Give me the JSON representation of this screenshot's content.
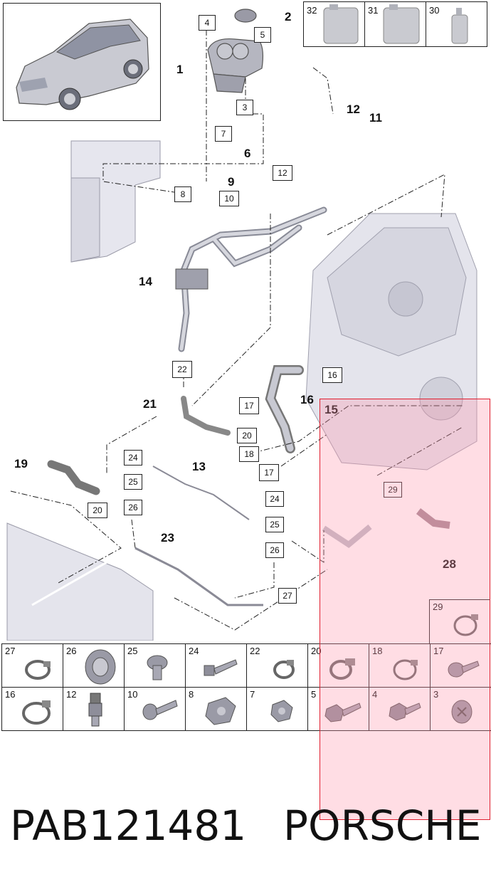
{
  "callouts": {
    "c1": "1",
    "c2": "2",
    "c4": "4",
    "c5": "5",
    "c3": "3",
    "c7": "7",
    "c6": "6",
    "c12a": "12",
    "c11": "11",
    "c12b": "12",
    "c8": "8",
    "c9": "9",
    "c10": "10",
    "c14": "14",
    "c22": "22",
    "c21": "21",
    "c16a": "16",
    "c16b": "16",
    "c15": "15",
    "c17a": "17",
    "c17b": "17",
    "c20a": "20",
    "c18": "18",
    "c19": "19",
    "c20b": "20",
    "c13": "13",
    "c24a": "24",
    "c25a": "25",
    "c26a": "26",
    "c24b": "24",
    "c25b": "25",
    "c26b": "26",
    "c23": "23",
    "c27": "27",
    "c29": "29",
    "c28": "28"
  },
  "kit_items": [
    {
      "label": "32",
      "part": "container-large"
    },
    {
      "label": "31",
      "part": "container-large"
    },
    {
      "label": "30",
      "part": "bottle-small"
    }
  ],
  "parts_row1": [
    {
      "label": "27",
      "part": "hose-clamp"
    },
    {
      "label": "26",
      "part": "grommet"
    },
    {
      "label": "25",
      "part": "rivet-nut"
    },
    {
      "label": "24",
      "part": "bolt"
    },
    {
      "label": "22",
      "part": "hose-clamp"
    },
    {
      "label": "20",
      "part": "hose-clamp"
    },
    {
      "label": "18",
      "part": "hose-clamp"
    },
    {
      "label": "17",
      "part": "screw"
    }
  ],
  "parts_row2": [
    {
      "label": "16",
      "part": "hose-clamp"
    },
    {
      "label": "12",
      "part": "clip"
    },
    {
      "label": "10",
      "part": "bolt"
    },
    {
      "label": "8",
      "part": "nut"
    },
    {
      "label": "7",
      "part": "nut"
    },
    {
      "label": "5",
      "part": "bolt"
    },
    {
      "label": "4",
      "part": "bolt"
    },
    {
      "label": "3",
      "part": "screw"
    }
  ],
  "part_29_box": {
    "label": "29",
    "part": "hose-clamp"
  },
  "footer": {
    "part_number": "PAB121481",
    "brand": "PORSCHE"
  },
  "colors": {
    "highlight_fill": "#ffb3c0",
    "highlight_border": "#e02030",
    "line": "#222222"
  }
}
